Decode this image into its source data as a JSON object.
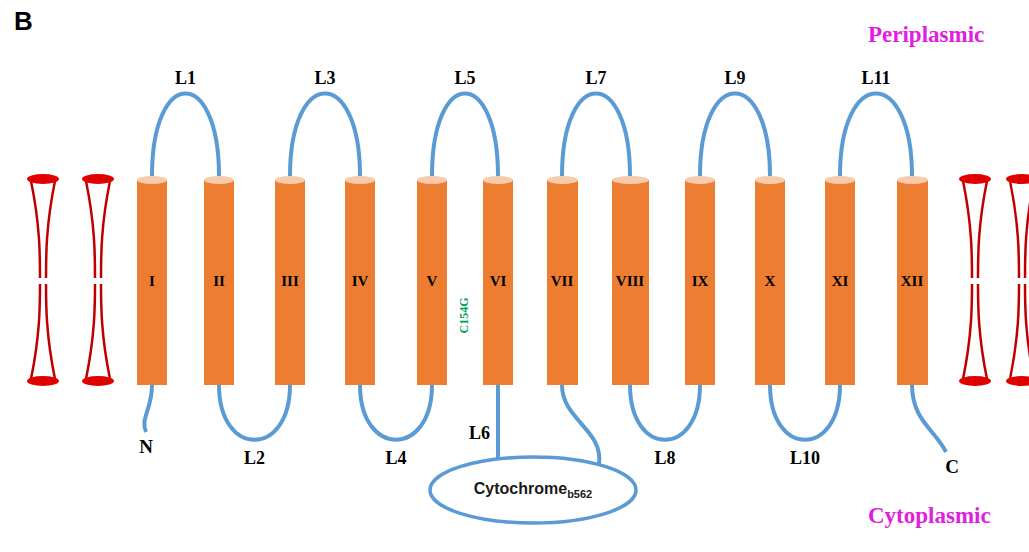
{
  "diagram": {
    "nodes": [
      {
        "text": [
          "I"
        ]
      },
      {
        "text": [
          "II"
        ]
      },
      {
        "text": [
          "III"
        ]
      },
      {
        "text": [
          "IV"
        ]
      },
      {
        "text": [
          "V"
        ]
      },
      {
        "text": [
          "VI"
        ]
      },
      {
        "text": [
          "VII"
        ]
      },
      {
        "text": [
          "VIII"
        ]
      },
      {
        "text": [
          "IX"
        ]
      },
      {
        "text": [
          "X"
        ]
      },
      {
        "text": [
          "XI"
        ]
      },
      {
        "text": [
          "XII"
        ]
      },
      {
        "text": [
          "Cytochrome",
          "b562"
        ]
      }
    ],
    "edges": [
      {
        "from": 0,
        "to": 1,
        "arrow": "none",
        "label": "L1"
      },
      {
        "from": 1,
        "to": 2,
        "arrow": "none",
        "label": "L2"
      },
      {
        "from": 2,
        "to": 3,
        "arrow": "none",
        "label": "L3"
      },
      {
        "from": 3,
        "to": 4,
        "arrow": "none",
        "label": "L4"
      },
      {
        "from": 4,
        "to": 5,
        "arrow": "none",
        "label": "L5"
      },
      {
        "from": 5,
        "to": 12,
        "arrow": "none",
        "label": "L6"
      },
      {
        "from": 12,
        "to": 6,
        "arrow": "none"
      },
      {
        "from": 6,
        "to": 7,
        "arrow": "none",
        "label": "L7"
      },
      {
        "from": 7,
        "to": 8,
        "arrow": "none",
        "label": "L8"
      },
      {
        "from": 8,
        "to": 9,
        "arrow": "none",
        "label": "L9"
      },
      {
        "from": 9,
        "to": 10,
        "arrow": "none",
        "label": "L10"
      },
      {
        "from": 10,
        "to": 11,
        "arrow": "none",
        "label": "L11"
      }
    ],
    "labels": [
      "B",
      "Periplasmic",
      "Cytoplasmic",
      "C154G",
      "N",
      "C"
    ]
  }
}
